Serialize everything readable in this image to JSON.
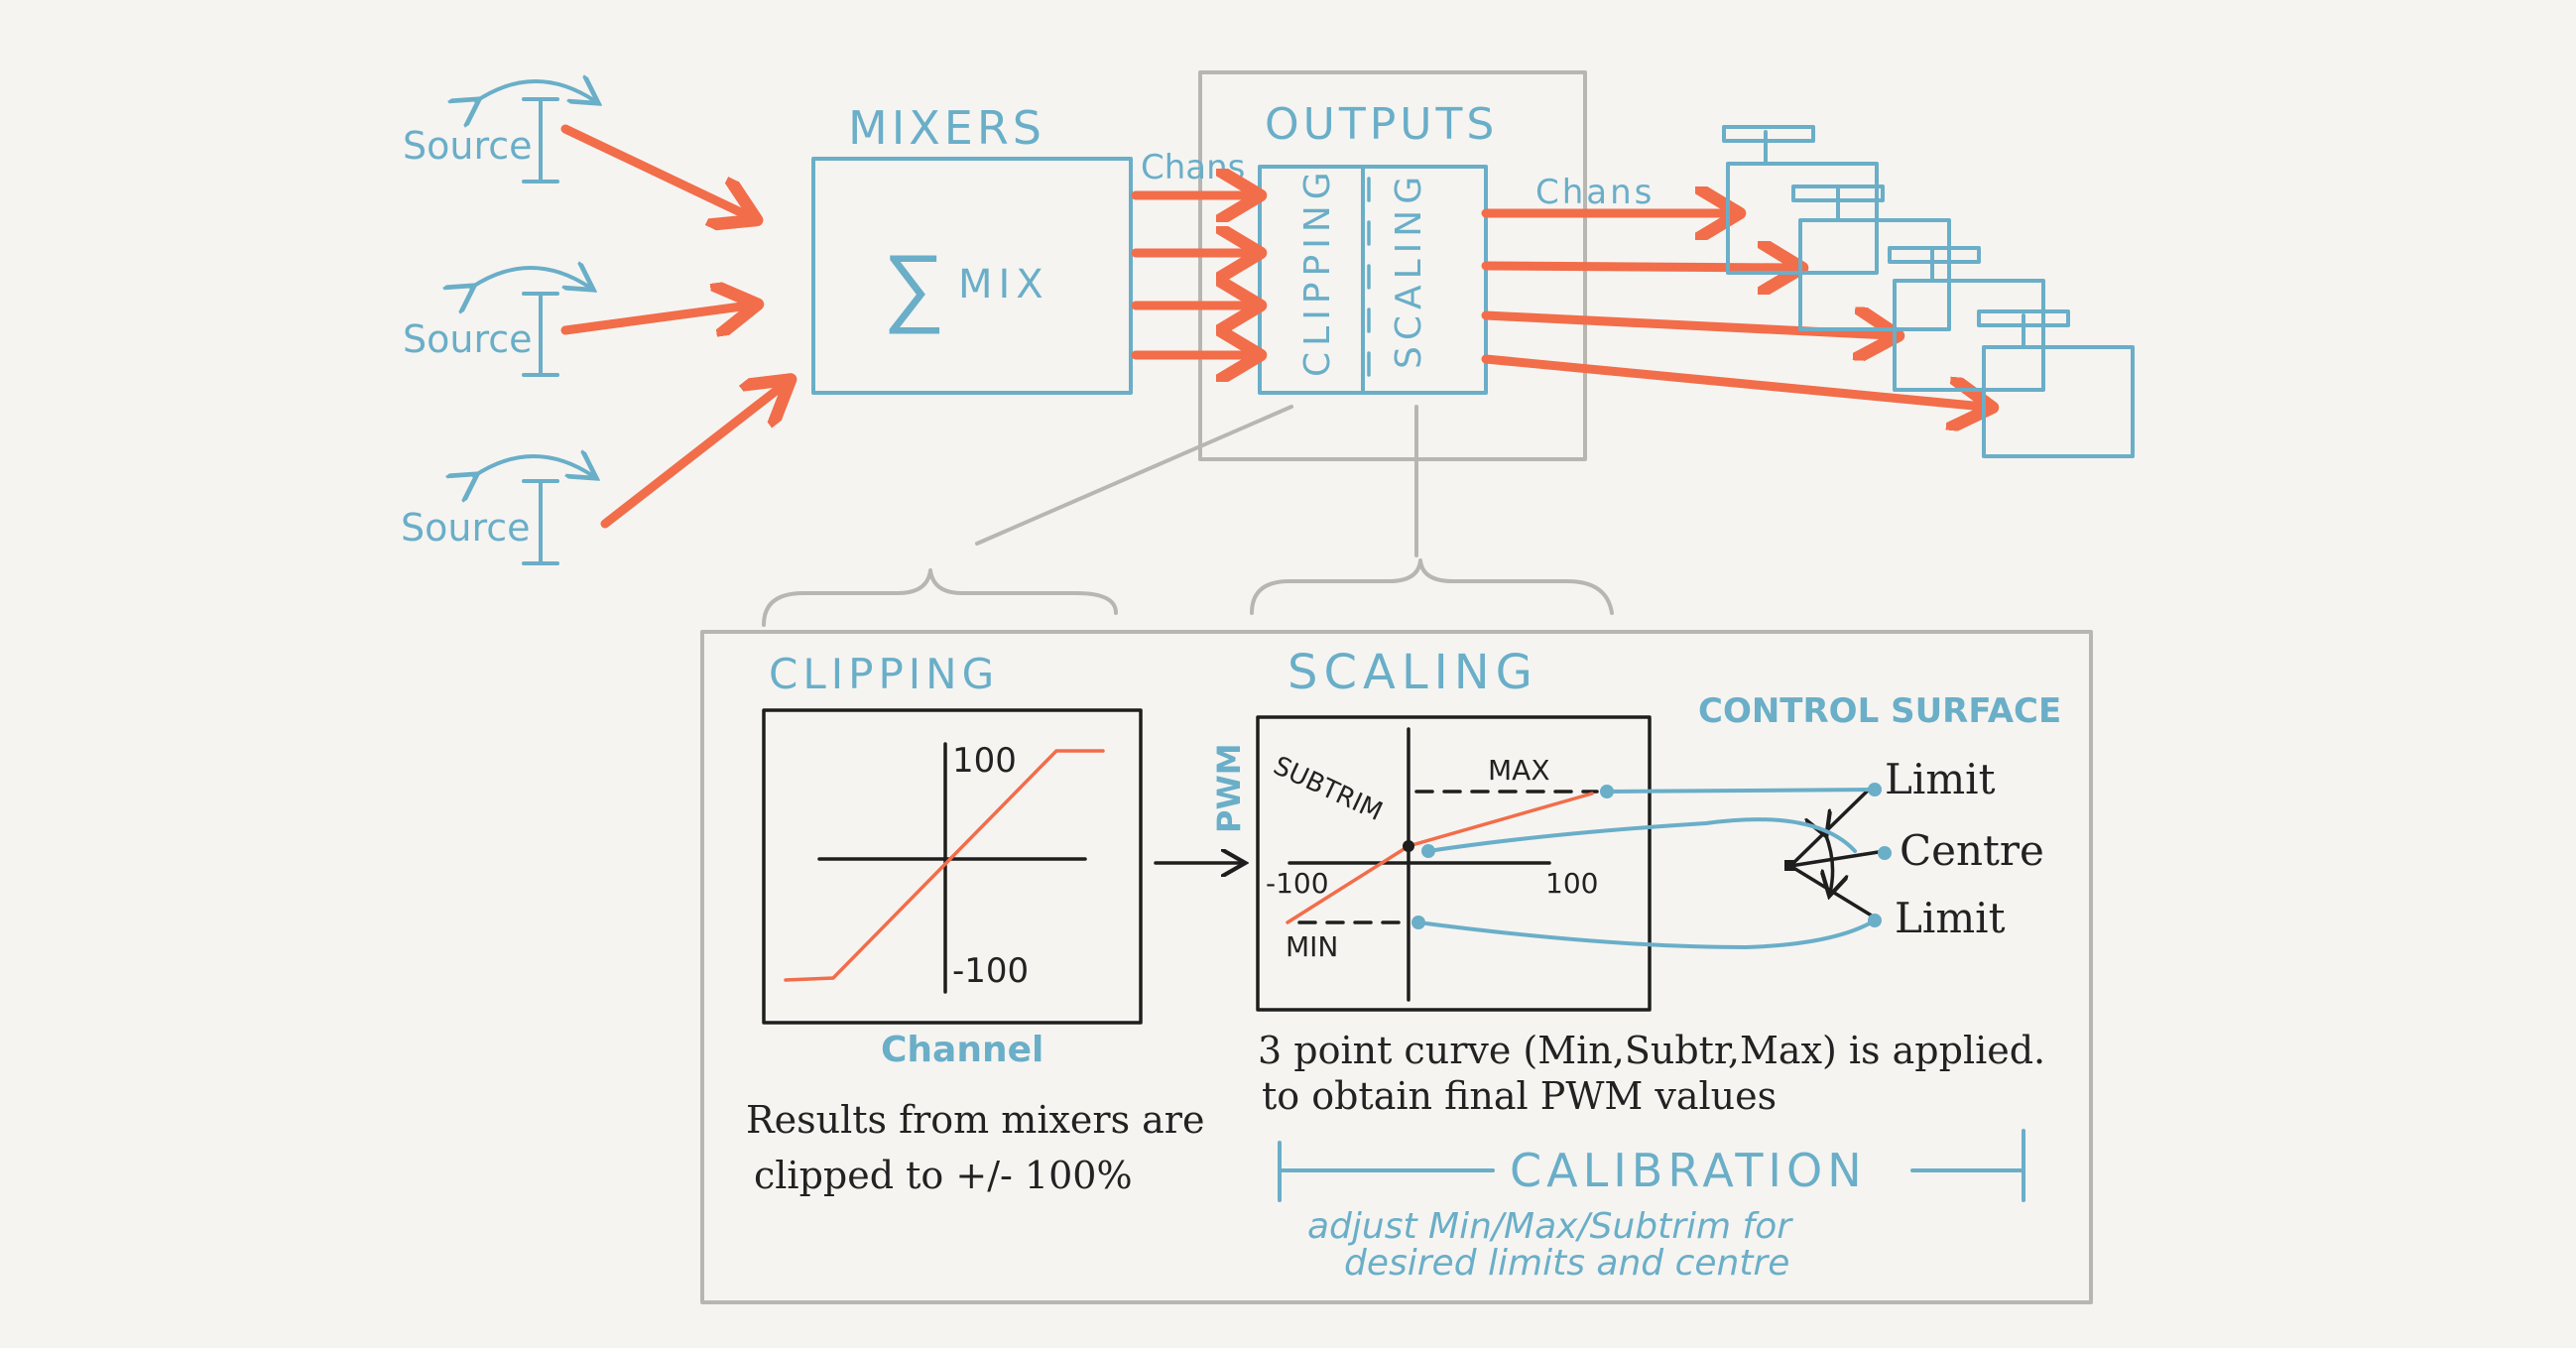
{
  "sources": {
    "label": "Source",
    "count": 3
  },
  "mixers": {
    "title": "MIXERS",
    "sigma": "∑",
    "formula": "MIX"
  },
  "outputs": {
    "title": "OUTPUTS",
    "chans_in": "Chans",
    "chans_out": "Chans",
    "clipping_vertical": "CLIPPING",
    "scaling_vertical": "SCALING"
  },
  "clipping": {
    "title": "CLIPPING",
    "plus_label": "100",
    "minus_label": "-100",
    "x_label": "Channel",
    "note_line1": "Results from mixers are",
    "note_line2": "clipped to +/- 100%"
  },
  "scaling": {
    "title": "SCALING",
    "y_label": "PWM",
    "max_label": "MAX",
    "subtrim_label": "SUBTRIM",
    "min_label": "MIN",
    "neg_label": "-100",
    "pos_label": "100",
    "note_line1": "3 point curve (Min,Subtr,Max) is applied.",
    "note_line2": "to obtain final PWM values"
  },
  "control_surface": {
    "title": "CONTROL SURFACE",
    "limit_top": "Limit",
    "centre": "Centre",
    "limit_bottom": "Limit"
  },
  "calibration": {
    "title": "CALIBRATION",
    "note_line1": "adjust Min/Max/Subtrim for",
    "note_line2": "desired limits and centre"
  },
  "colors": {
    "blue": "#6aaec8",
    "orange": "#f26d4a",
    "grey": "#b8b6b0",
    "ink": "#1e1e1e",
    "background": "#f5f4f1"
  }
}
